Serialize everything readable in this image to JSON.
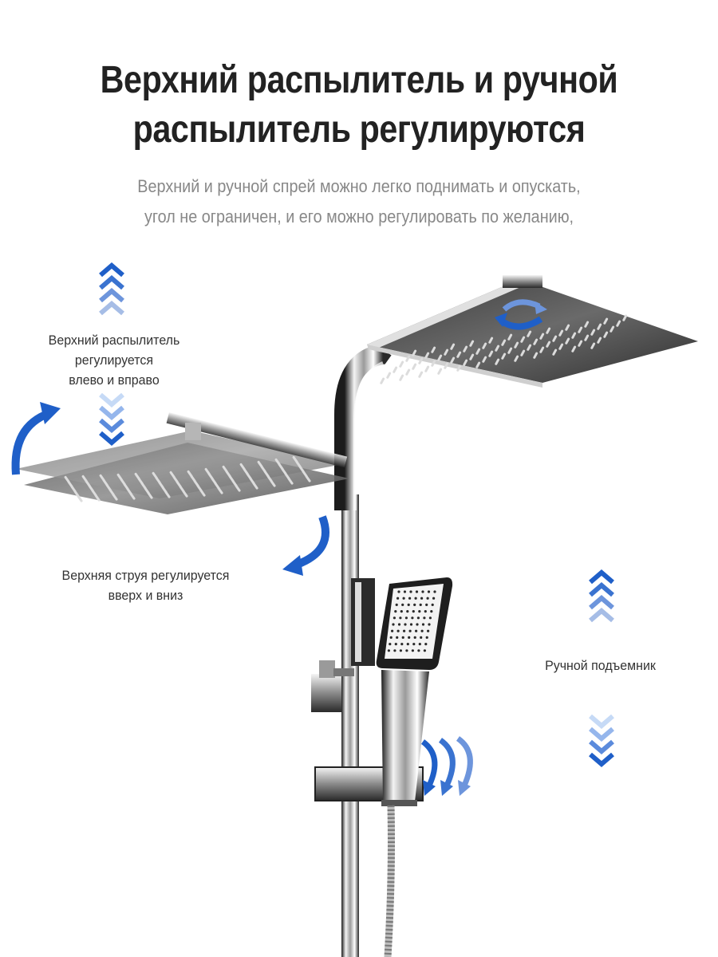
{
  "header": {
    "title_line1": "Верхний распылитель и ручной",
    "title_line2": "распылитель регулируются",
    "subtitle_line1": "Верхний и ручной спрей можно легко поднимать и опускать,",
    "subtitle_line2": "угол не ограничен, и его можно регулировать по желанию,"
  },
  "callouts": {
    "top_sprayer_line1": "Верхний распылитель",
    "top_sprayer_line2": "регулируется",
    "top_sprayer_line3": "влево и вправо",
    "top_jet_line1": "Верхняя струя регулируется",
    "top_jet_line2": "вверх и вниз",
    "hand_lift": "Ручной подъемник"
  },
  "colors": {
    "accent_blue": "#1f5fc8",
    "light_blue": "#9fc0ee",
    "title_text": "#222222",
    "subtitle_text": "#888888",
    "chrome_dark": "#2b2b2b",
    "chrome_light": "#e9e9e9"
  },
  "icons": {
    "up_chevrons": "chevron-up-stack-icon",
    "down_chevrons": "chevron-down-stack-icon",
    "rotate_arrow": "rotate-arrow-icon",
    "curved_arrow": "curved-arrow-icon",
    "swirl_arrows": "swirl-arrows-icon"
  }
}
